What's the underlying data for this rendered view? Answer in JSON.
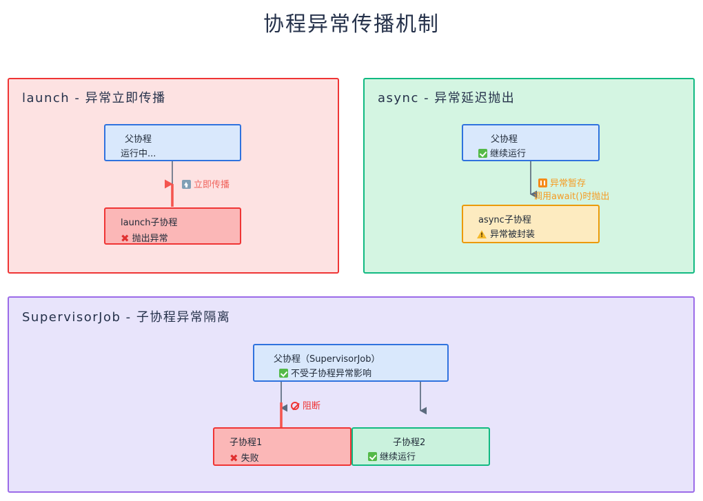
{
  "title": "协程异常传播机制",
  "colors": {
    "launch_panel_bg": "#fde2e2",
    "launch_panel_border": "#ef3434",
    "async_panel_bg": "#d4f5e2",
    "async_panel_border": "#10b981",
    "supervisor_panel_bg": "#e8e4fb",
    "supervisor_panel_border": "#9b6ae8",
    "node_blue_bg": "#d9e8fc",
    "node_blue_border": "#2f72de",
    "node_red_bg": "#fbb7b7",
    "node_red_border": "#ef3434",
    "node_orange_bg": "#fdebc0",
    "node_orange_border": "#eb9a09",
    "node_green_bg": "#caf2dd",
    "node_green_border": "#10b981",
    "arrow_gray": "#5b6b7e",
    "arrow_red": "#f4554f",
    "label_red": "#f0635c",
    "label_orange": "#f59b23",
    "label_block_red": "#ef3434"
  },
  "panels": [
    {
      "id": "launch",
      "title": "launch - 异常立即传播",
      "parent_node": {
        "name": "父协程",
        "lines": [
          "父协程",
          "运行中..."
        ]
      },
      "child_node": {
        "name": "launch子协程",
        "line1": "launch子协程",
        "line2": "抛出异常",
        "icon": "cross-mark-icon"
      },
      "edge": {
        "label": "立即传播",
        "icon": "up-arrow-icon",
        "direction": "up",
        "color": "#f4554f"
      }
    },
    {
      "id": "async",
      "title": "async - 异常延迟抛出",
      "parent_node": {
        "name": "父协程",
        "line1": "父协程",
        "line2": "继续运行",
        "icon": "check-mark-icon"
      },
      "child_node": {
        "name": "async子协程",
        "line1": "async子协程",
        "line2": "异常被封装",
        "icon": "warning-icon"
      },
      "edge": {
        "label_line1": "异常暂存",
        "label_line2": "调用await()时抛出",
        "icon": "pause-icon",
        "direction": "down",
        "color": "#f59b23"
      }
    },
    {
      "id": "supervisor",
      "title": "SupervisorJob - 子协程异常隔离",
      "parent_node": {
        "name": "父协程（SupervisorJob）",
        "line1": "父协程（SupervisorJob）",
        "line2": "不受子协程异常影响",
        "icon": "check-mark-icon"
      },
      "child_nodes": [
        {
          "name": "子协程1",
          "line1": "子协程1",
          "line2": "失败",
          "icon": "cross-mark-icon",
          "status": "failed"
        },
        {
          "name": "子协程2",
          "line1": "子协程2",
          "line2": "继续运行",
          "icon": "check-mark-icon",
          "status": "running"
        }
      ],
      "edge": {
        "label": "阻断",
        "icon": "prohibited-icon",
        "color": "#ef3434"
      }
    }
  ]
}
